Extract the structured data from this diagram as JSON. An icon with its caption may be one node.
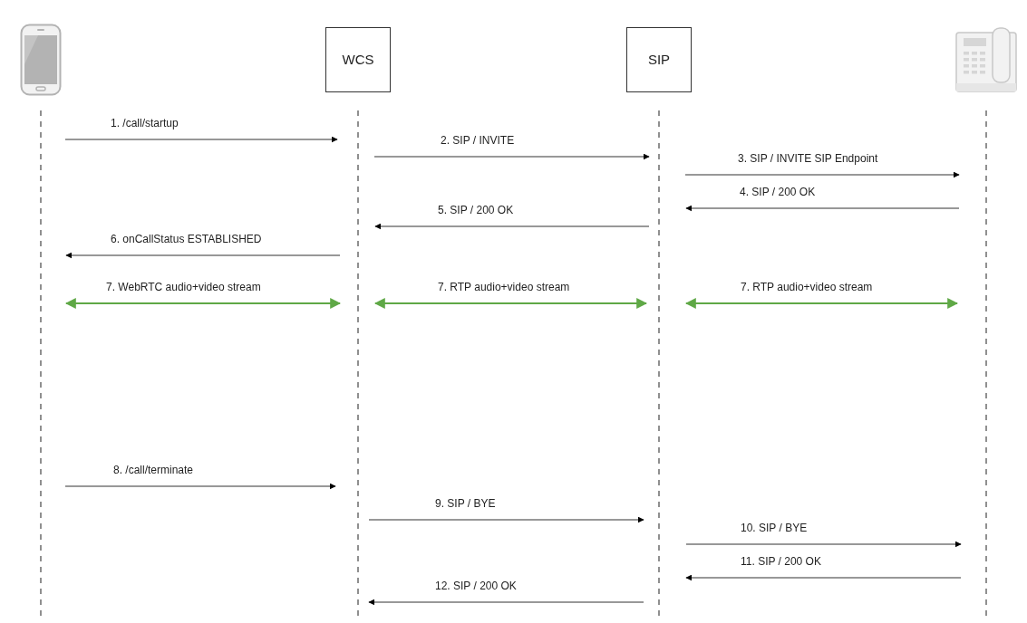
{
  "diagram": {
    "nodes": [
      {
        "text": [],
        "shape": "picture"
      },
      {
        "text": [
          "WCS"
        ]
      },
      {
        "text": [
          "SIP"
        ]
      },
      {
        "text": [],
        "shape": "picture"
      }
    ],
    "edges": [
      {
        "from": 0,
        "to": 1,
        "arrow": "to",
        "label": "1. /call/startup"
      },
      {
        "from": 1,
        "to": 2,
        "arrow": "to",
        "label": "2. SIP / INVITE"
      },
      {
        "from": 2,
        "to": 3,
        "arrow": "to",
        "label": "3. SIP / INVITE SIP Endpoint"
      },
      {
        "from": 3,
        "to": 2,
        "arrow": "to",
        "label": "4. SIP / 200 OK"
      },
      {
        "from": 2,
        "to": 1,
        "arrow": "to",
        "label": "5. SIP / 200 OK"
      },
      {
        "from": 1,
        "to": 0,
        "arrow": "to",
        "label": "6. onCallStatus ESTABLISHED"
      },
      {
        "from": 0,
        "to": 1,
        "arrow": "both",
        "label": "7. WebRTC audio+video stream",
        "color": "#5fa846"
      },
      {
        "from": 1,
        "to": 2,
        "arrow": "both",
        "label": "7. RTP audio+video stream",
        "color": "#5fa846"
      },
      {
        "from": 2,
        "to": 3,
        "arrow": "both",
        "label": "7. RTP audio+video stream",
        "color": "#5fa846"
      },
      {
        "from": 0,
        "to": 1,
        "arrow": "to",
        "label": "8. /call/terminate"
      },
      {
        "from": 1,
        "to": 2,
        "arrow": "to",
        "label": "9. SIP / BYE"
      },
      {
        "from": 2,
        "to": 3,
        "arrow": "to",
        "label": "10. SIP / BYE"
      },
      {
        "from": 3,
        "to": 2,
        "arrow": "to",
        "label": "11. SIP / 200 OK"
      },
      {
        "from": 2,
        "to": 1,
        "arrow": "to",
        "label": "12. SIP / 200 OK"
      }
    ]
  }
}
